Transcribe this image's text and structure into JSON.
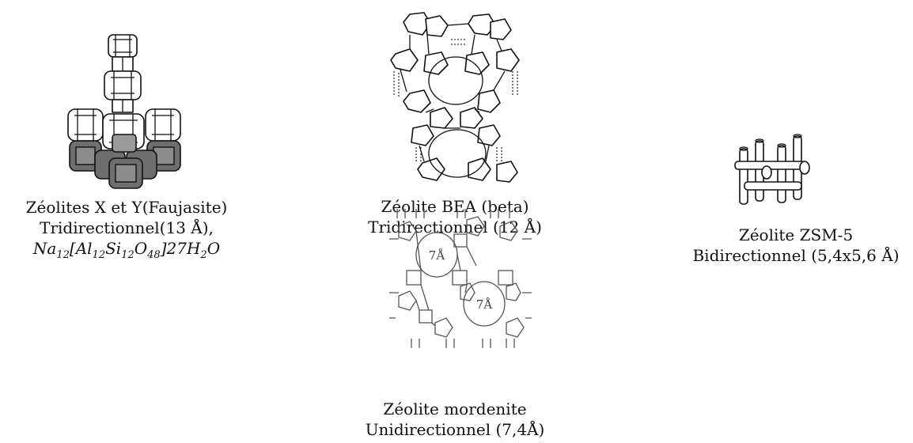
{
  "faujasite": {
    "line1": "Zéolites X et Y(Faujasite)",
    "line2": "Tridirectionnel(13 Å),",
    "formula": {
      "na": "Na",
      "na_sub": "12",
      "al": "[Al",
      "al_sub": "12",
      "si": "Si",
      "si_sub": "12",
      "o": "O",
      "o_sub": "48",
      "tail": "]27H",
      "h_sub": "2",
      "end": "O"
    }
  },
  "bea": {
    "line1": "Zéolite BEA (beta)",
    "line2": "Tridirectionnel (12 Å)"
  },
  "zsm5": {
    "line1": "Zéolite ZSM-5",
    "line2": "Bidirectionnel (5,4x5,6 Å)"
  },
  "mordenite": {
    "line1": "Zéolite mordenite",
    "line2": "Unidirectionnel (7,4Å)",
    "pore_label_1": "7Å",
    "pore_label_2": "7Å"
  }
}
